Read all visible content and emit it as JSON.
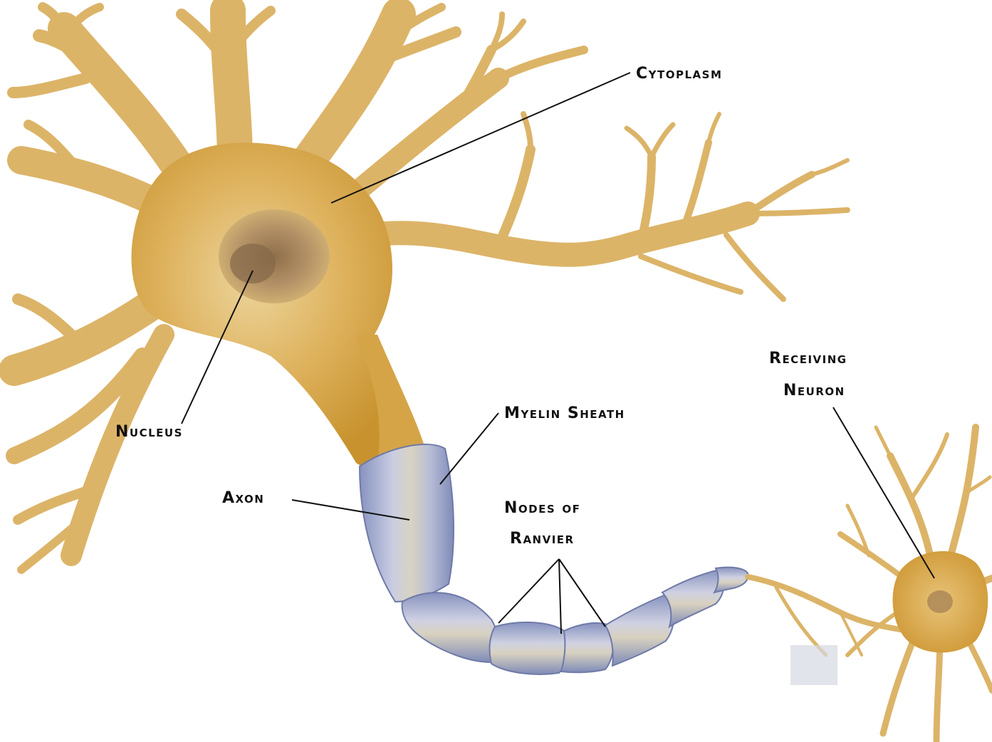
{
  "labels": {
    "cytoplasm": "Cytoplasm",
    "nucleus": "Nucleus",
    "myelin_sheath": "Myelin Sheath",
    "axon": "Axon",
    "nodes_of_ranvier_line1": "Nodes of",
    "nodes_of_ranvier_line2": "Ranvier",
    "receiving_neuron_line1": "Receiving",
    "receiving_neuron_line2": "Neuron"
  },
  "colors": {
    "cell_body": "#d9a94a",
    "cell_body_light": "#e8c886",
    "dendrite": "#dcb468",
    "nucleus": "#9b7d55",
    "myelin": "#9aa6cc",
    "myelin_light": "#c6cbe0",
    "label_text": "#111111"
  }
}
